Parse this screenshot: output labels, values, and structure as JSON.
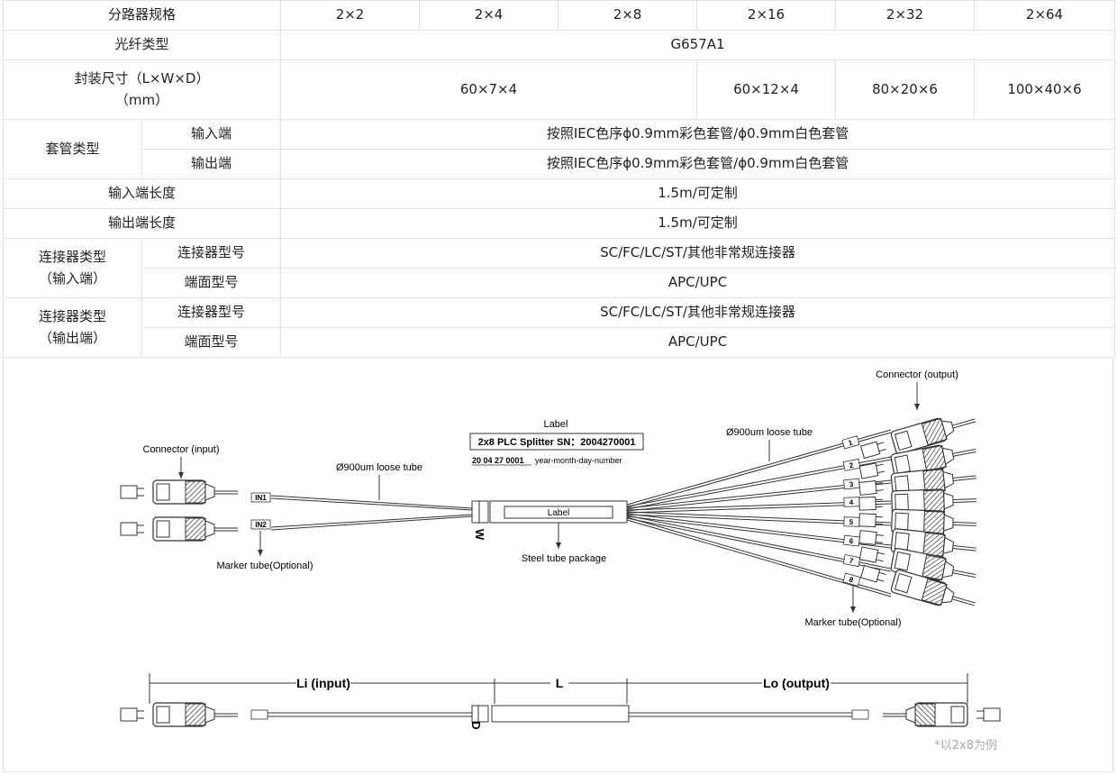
{
  "table": {
    "spec_label": "分路器规格",
    "specs": [
      "2×2",
      "2×4",
      "2×8",
      "2×16",
      "2×32",
      "2×64"
    ],
    "fiber_type_label": "光纤类型",
    "fiber_type_value": "G657A1",
    "package_label_line1": "封装尺寸（L×W×D）",
    "package_label_line2": "（mm）",
    "package_sizes": [
      "60×7×4",
      "60×12×4",
      "80×20×6",
      "100×40×6"
    ],
    "tube_type_label": "套管类型",
    "input_label": "输入端",
    "output_label": "输出端",
    "tube_input_value": "按照IEC色序ϕ0.9mm彩色套管/ϕ0.9mm白色套管",
    "tube_output_value": "按照IEC色序ϕ0.9mm彩色套管/ϕ0.9mm白色套管",
    "input_length_label": "输入端长度",
    "input_length_value": "1.5m/可定制",
    "output_length_label": "输出端长度",
    "output_length_value": "1.5m/可定制",
    "connector_type_label": "连接器类型",
    "connector_input_paren": "（输入端）",
    "connector_output_paren": "（输出端）",
    "connector_model_label": "连接器型号",
    "connector_model_value": "SC/FC/LC/ST/其他非常规连接器",
    "endface_label": "端面型号",
    "endface_value": "APC/UPC"
  },
  "diagram": {
    "connector_input": "Connector (input)",
    "connector_output": "Connector (output)",
    "loose_tube_left": "Ø900um loose tube",
    "loose_tube_right": "Ø900um loose tube",
    "label_title": "Label",
    "label_box": "2x8 PLC Splitter SN：2004270001",
    "date_code": "20 04 27 0001",
    "date_desc": "year-month-day-number",
    "package_label": "Label",
    "steel_tube": "Steel tube package",
    "marker_left": "Marker tube(Optional)",
    "marker_right": "Marker tube(Optional)",
    "in_tags": [
      "IN1",
      "IN2"
    ],
    "out_tags": [
      "1",
      "2",
      "3",
      "4",
      "5",
      "6",
      "7",
      "8"
    ],
    "dim_w": "W",
    "dim_d": "D",
    "dim_li": "Li (input)",
    "dim_l": "L",
    "dim_lo": "Lo (output)",
    "footnote": "*以2x8为例"
  },
  "colors": {
    "border": "#e2e2e2",
    "line": "#333333",
    "footnote": "#aaaaaa"
  }
}
